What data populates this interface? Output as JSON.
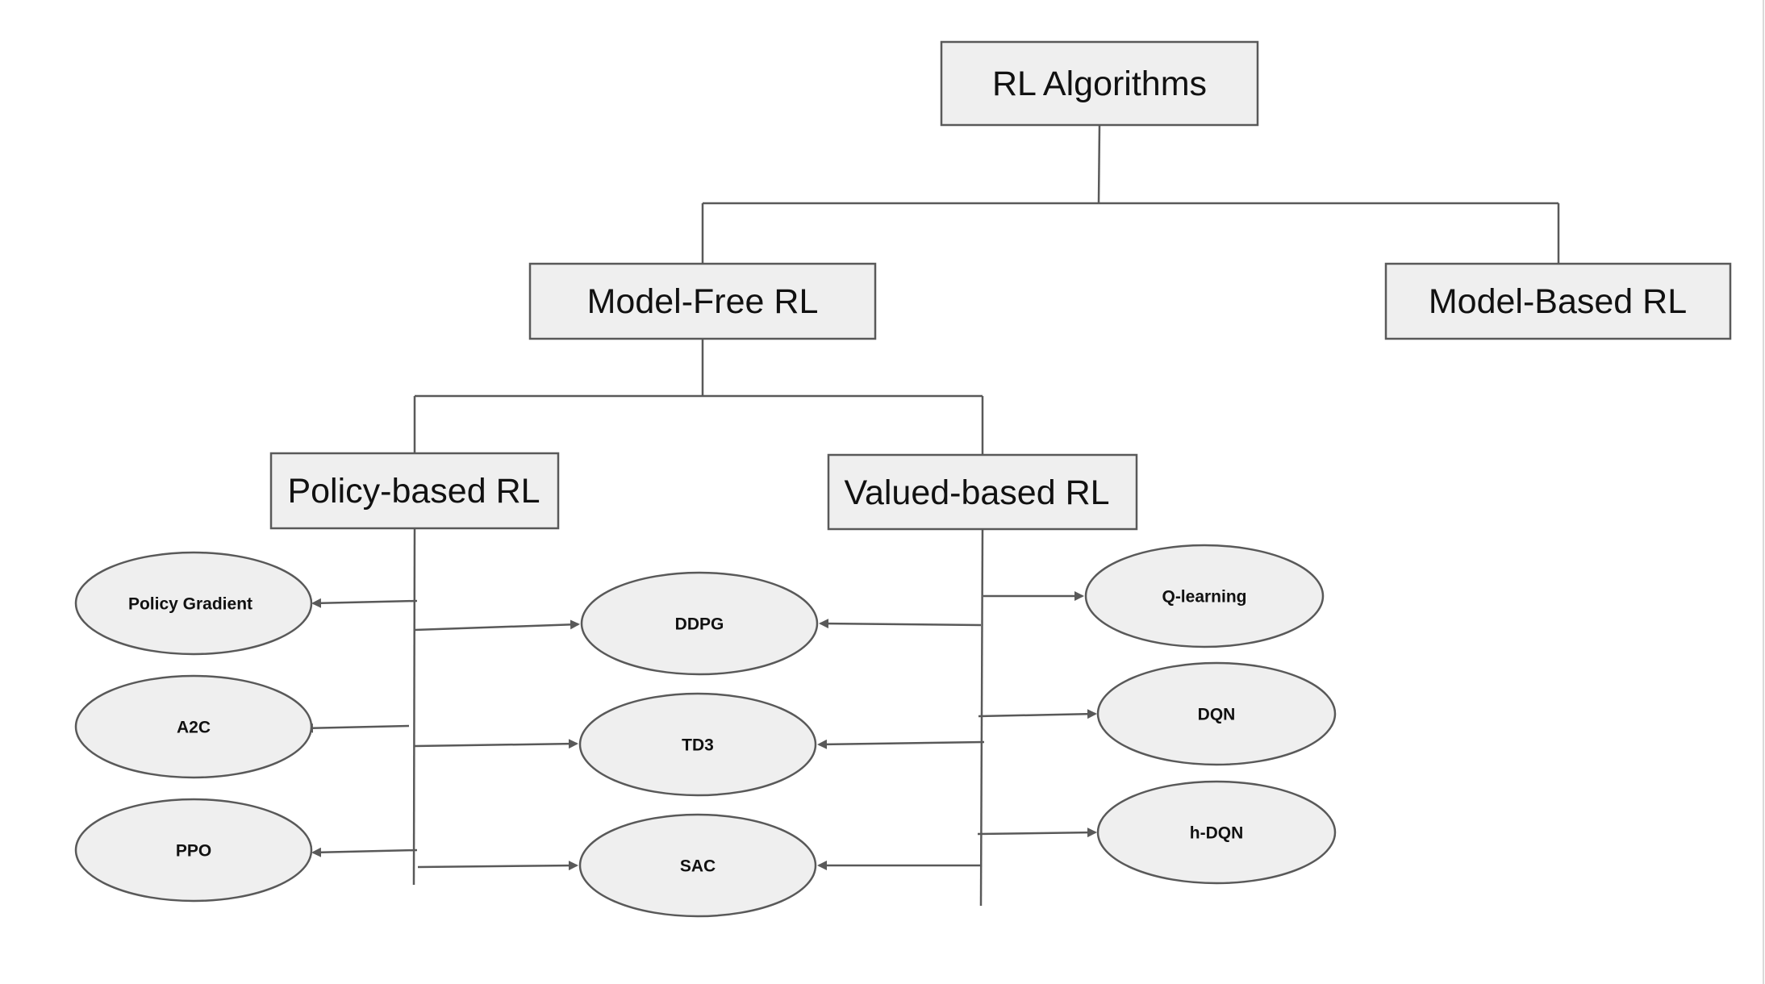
{
  "diagram": {
    "root": {
      "label": "RL Algorithms"
    },
    "model_free": {
      "label": "Model-Free RL"
    },
    "model_based": {
      "label": "Model-Based RL"
    },
    "policy_based": {
      "label": "Policy-based RL"
    },
    "value_based": {
      "label": "Valued-based RL"
    },
    "policy_methods": [
      {
        "label": "Policy Gradient"
      },
      {
        "label": "A2C"
      },
      {
        "label": "PPO"
      }
    ],
    "shared_methods": [
      {
        "label": "DDPG"
      },
      {
        "label": "TD3"
      },
      {
        "label": "SAC"
      }
    ],
    "value_methods": [
      {
        "label": "Q-learning"
      },
      {
        "label": "DQN"
      },
      {
        "label": "h-DQN"
      }
    ]
  },
  "colors": {
    "node_fill": "#efefef",
    "node_stroke": "#595959",
    "text": "#111111"
  }
}
